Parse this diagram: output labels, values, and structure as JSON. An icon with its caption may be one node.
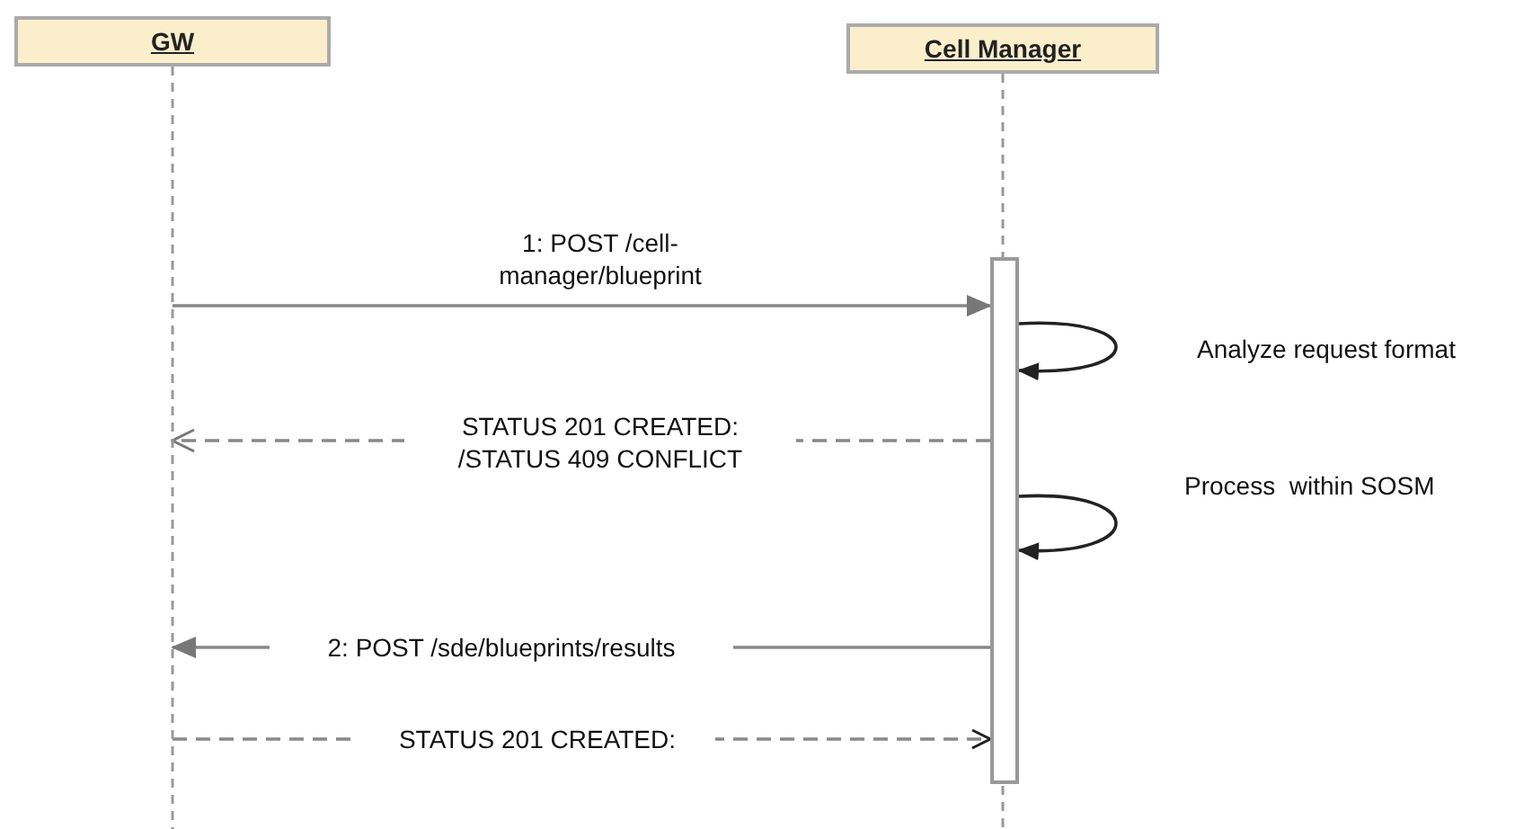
{
  "diagram": {
    "nodes": [
      {
        "text": [
          "GW"
        ]
      },
      {
        "text": [
          "Cell Manager"
        ]
      },
      {
        "text": [],
        "shape": "bar",
        "in": 1
      }
    ],
    "edges": [
      {
        "from": 0,
        "to": 2,
        "arrow": "to",
        "label": "1: POST /cell-manager/blueprint"
      },
      {
        "from": 2,
        "to": 2,
        "arrow": "to",
        "label": "Analyze request format",
        "color": "#222222"
      },
      {
        "from": 2,
        "to": 0,
        "arrow": "to",
        "label": "STATUS 201 CREATED: /STATUS 409 CONFLICT",
        "style": "dashed"
      },
      {
        "from": 2,
        "to": 2,
        "arrow": "to",
        "label": "Process  within SOSM",
        "color": "#222222"
      },
      {
        "from": 2,
        "to": 0,
        "arrow": "to",
        "label": "2: POST /sde/blueprints/results"
      },
      {
        "from": 0,
        "to": 2,
        "arrow": "to",
        "label": "STATUS 201 CREATED:",
        "style": "dashed"
      }
    ]
  }
}
